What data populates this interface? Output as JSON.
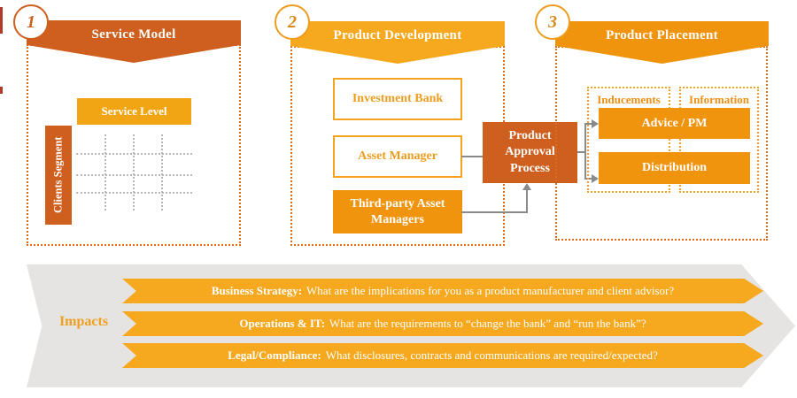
{
  "sections": [
    {
      "number": "1",
      "title": "Service Model",
      "service_level_label": "Service Level",
      "clients_segment_label": "Clients Segment"
    },
    {
      "number": "2",
      "title": "Product Development",
      "boxes": [
        "Investment Bank",
        "Asset Manager",
        "Third-party Asset Managers"
      ]
    },
    {
      "number": "3",
      "title": "Product Placement",
      "columns": [
        "Inducements",
        "Information"
      ],
      "boxes": [
        "Advice / PM",
        "Distribution"
      ]
    }
  ],
  "approval_box_label": "Product Approval Process",
  "impacts": {
    "label": "Impacts",
    "bars": [
      {
        "prefix": "Business Strategy:",
        "text": "What are the implications for you as a product manufacturer and client advisor?"
      },
      {
        "prefix": "Operations & IT:",
        "text": "What are the requirements to “change the bank” and “run the bank”?"
      },
      {
        "prefix": "Legal/Compliance:",
        "text": "What disclosures, contracts and communications are required/expected?"
      }
    ]
  },
  "colors": {
    "dark_orange": "#ce5f1e",
    "amber": "#f6a81f",
    "deep_amber": "#f0940e",
    "outline_amber": "#f3a31d",
    "dotted_border": "#db6e1c",
    "connector_gray": "#8a8a8a",
    "band_gray": "#e5e4e2"
  }
}
